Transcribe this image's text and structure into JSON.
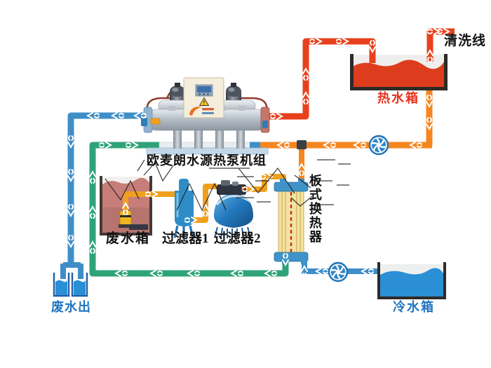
{
  "diagram": {
    "labels": {
      "cleaning_line": "清洗线",
      "hot_water_tank": "热水箱",
      "cold_water_tank": "冷水箱",
      "waste_water_out": "废水出",
      "waste_water_tank": "废水箱",
      "filter_1": "过滤器1",
      "filter_2": "过滤器2",
      "plate_heat_exchanger": "板式换热器",
      "heat_pump_unit": "欧麦朗水源热泵机组"
    },
    "colors": {
      "hot_supply_pipe": "#e8401c",
      "warm_return_pipe": "#f5861f",
      "waste_water_pipe": "#f0a01f",
      "cold_water_pipe": "#3f8ec8",
      "source_return_pipe": "#2ea377",
      "hot_water_fill": "#dd3d1c",
      "cold_water_fill": "#2b8fd6",
      "waste_water_fill": "#c77e78",
      "label_red": "#e8301a",
      "label_blue": "#1f74c0",
      "label_black": "#111111"
    }
  }
}
